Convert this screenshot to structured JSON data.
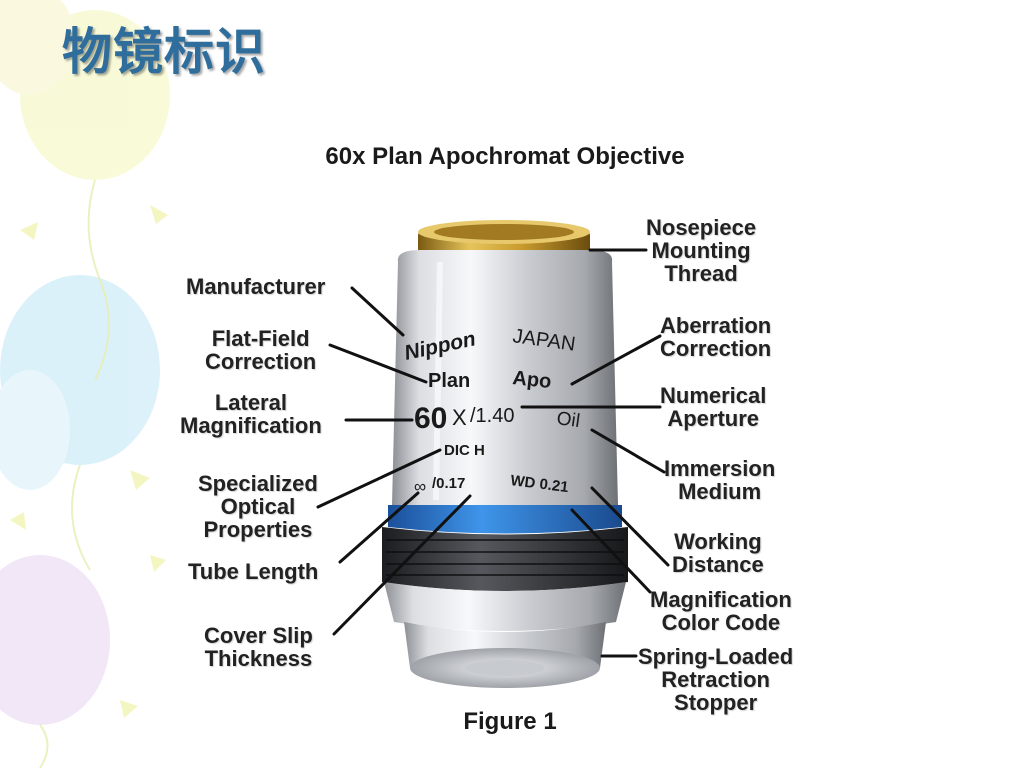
{
  "slide_title": "物镜标识",
  "figure_title": "60x Plan Apochromat Objective",
  "caption": "Figure 1",
  "engraving": {
    "manufacturer": "Nippon",
    "country": "JAPAN",
    "plan": "Plan",
    "apo": "Apo",
    "magnification": "60",
    "times": "X",
    "numerical_aperture": "/1.40",
    "immersion": "Oil",
    "special": "DIC H",
    "tube_length": "∞",
    "cover_slip": "/0.17",
    "working_distance": "WD 0.21"
  },
  "labels": {
    "manufacturer": "Manufacturer",
    "flat_field": "Flat-Field\nCorrection",
    "lateral_mag": "Lateral\nMagnification",
    "specialized": "Specialized\nOptical\nProperties",
    "tube_length": "Tube Length",
    "cover_slip": "Cover Slip\nThickness",
    "nosepiece": "Nosepiece\nMounting\nThread",
    "aberration": "Aberration\nCorrection",
    "numerical_aperture": "Numerical\nAperture",
    "immersion": "Immersion\nMedium",
    "working_distance": "Working\nDistance",
    "mag_color": "Magnification\nColor Code",
    "spring": "Spring-Loaded\nRetraction\nStopper"
  },
  "colors": {
    "title": "#2f6e9c",
    "color_band": "#2e7fd6",
    "thread": "#c79a2a"
  }
}
